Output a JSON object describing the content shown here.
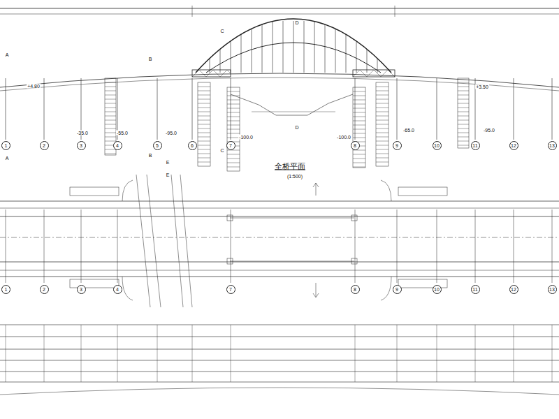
{
  "diagram": {
    "nodes": [
      {
        "text": [
          "1"
        ]
      },
      {
        "text": [
          "2"
        ]
      },
      {
        "text": [
          "3"
        ]
      },
      {
        "text": [
          "4"
        ]
      },
      {
        "text": [
          "5"
        ]
      },
      {
        "text": [
          "6"
        ]
      },
      {
        "text": [
          "7"
        ]
      },
      {
        "text": [
          "8"
        ]
      },
      {
        "text": [
          "9"
        ]
      },
      {
        "text": [
          "10"
        ]
      },
      {
        "text": [
          "11"
        ]
      },
      {
        "text": [
          "12"
        ]
      },
      {
        "text": [
          "13"
        ]
      },
      {
        "text": [
          "1"
        ]
      },
      {
        "text": [
          "2"
        ]
      },
      {
        "text": [
          "3"
        ]
      },
      {
        "text": [
          "4"
        ]
      },
      {
        "text": [
          "7"
        ]
      },
      {
        "text": [
          "8"
        ]
      },
      {
        "text": [
          "9"
        ]
      },
      {
        "text": [
          "10"
        ]
      },
      {
        "text": [
          "11"
        ]
      },
      {
        "text": [
          "12"
        ]
      },
      {
        "text": [
          "13"
        ]
      }
    ],
    "labels": [
      "全桥平面",
      "(1:500)",
      "A",
      "A",
      "B",
      "B",
      "C",
      "C",
      "D",
      "D",
      "E",
      "E",
      "+4.80",
      "+3.50",
      "-35.0",
      "-55.0",
      "-95.0",
      "-100.0",
      "-100.0",
      "-65.0",
      "-95.0"
    ]
  }
}
